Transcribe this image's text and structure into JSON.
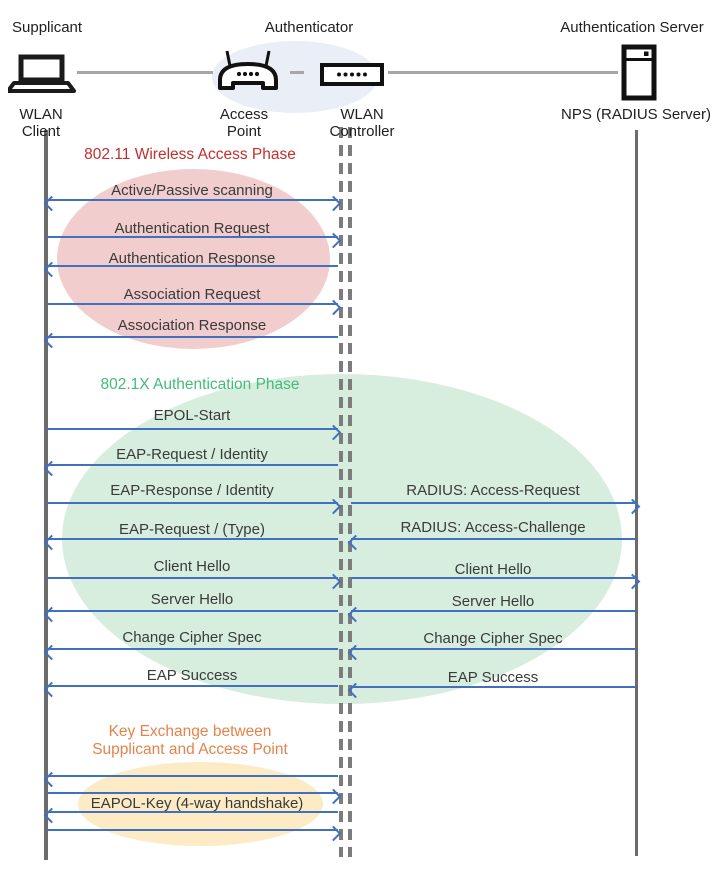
{
  "roles": {
    "supplicant": "Supplicant",
    "authenticator": "Authenticator",
    "auth_server": "Authentication Server"
  },
  "devices": {
    "wlan_client": "WLAN Client",
    "access_point": "Access Point",
    "wlan_controller": "WLAN Controller",
    "nps": "NPS (RADIUS Server)"
  },
  "phases": {
    "wireless": {
      "title": "802.11 Wireless Access Phase",
      "title_color": "#C22F2E",
      "fill": "#F2CDCD"
    },
    "dot1x": {
      "title": "802.1X Authentication Phase",
      "title_color": "#44BA7B",
      "fill": "#D7EEDF"
    },
    "key_exchange": {
      "title_line1": "Key Exchange between",
      "title_line2": "Supplicant and Access Point",
      "title_color": "#E3834D",
      "fill": "#FCEBC5"
    }
  },
  "messages": {
    "scanning": "Active/Passive scanning",
    "authentication_request": "Authentication Request",
    "authentication_response": "Authentication Response",
    "association_request": "Association Request",
    "association_response": "Association Response",
    "epol_start": "EPOL-Start",
    "eap_request_identity": "EAP-Request / Identity",
    "eap_response_identity": "EAP-Response / Identity",
    "radius_access_request": "RADIUS: Access-Request",
    "eap_request_type": "EAP-Request / (Type)",
    "radius_access_challenge": "RADIUS: Access-Challenge",
    "client_hello_left": "Client Hello",
    "client_hello_right": "Client Hello",
    "server_hello_left": "Server Hello",
    "server_hello_right": "Server Hello",
    "change_cipher_spec_left": "Change Cipher Spec",
    "change_cipher_spec_right": "Change Cipher Spec",
    "eap_success_left": "EAP Success",
    "eap_success_right": "EAP Success",
    "eapol_key": "EAPOL-Key (4-way handshake)"
  },
  "icons": {
    "laptop": "laptop-icon",
    "access_point": "wireless-router-icon",
    "wlan_controller": "controller-box-icon",
    "server": "server-icon"
  },
  "colors": {
    "arrow_blue": "#4070BE",
    "lifeline_gray": "#6B6B6B",
    "dashed_lifeline_gray": "#7C7C7C",
    "connector_gray": "#A7A7A7",
    "header_ellipse_fill": "#E9EEF7"
  }
}
